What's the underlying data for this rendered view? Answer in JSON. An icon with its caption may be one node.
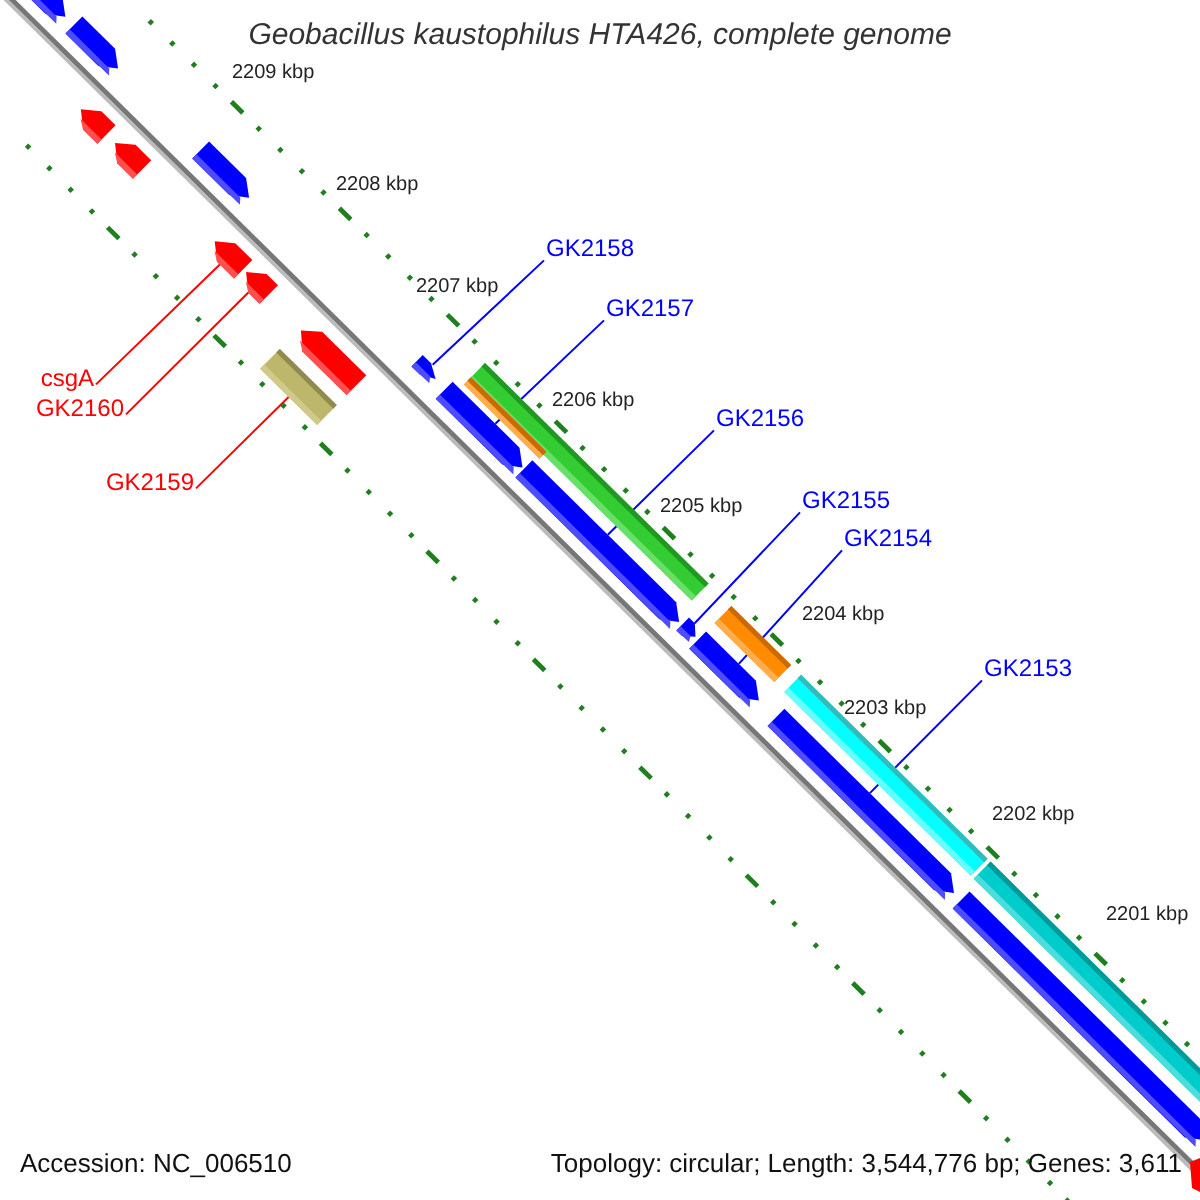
{
  "diagram": {
    "title": "Geobacillus kaustophilus HTA426, complete genome",
    "nodes": [
      {
        "text": [
          "GK2158"
        ]
      },
      {
        "text": [
          "GK2157"
        ]
      },
      {
        "text": [
          "GK2156"
        ]
      },
      {
        "text": [
          "GK2155"
        ]
      },
      {
        "text": [
          "GK2154"
        ]
      },
      {
        "text": [
          "GK2153"
        ]
      },
      {
        "text": [
          "csgA"
        ]
      },
      {
        "text": [
          "GK2160"
        ]
      },
      {
        "text": [
          "GK2159"
        ]
      },
      {
        "text": [],
        "shape": "arrow"
      },
      {
        "text": [],
        "shape": "arrow"
      },
      {
        "text": [],
        "shape": "arrow"
      },
      {
        "text": [],
        "shape": "arrow"
      },
      {
        "text": [],
        "shape": "arrow"
      },
      {
        "text": [],
        "shape": "arrow"
      },
      {
        "text": [],
        "shape": "arrow"
      },
      {
        "text": [],
        "shape": "bar"
      },
      {
        "text": [],
        "shape": "arrow"
      },
      {
        "text": [],
        "shape": "arrow"
      },
      {
        "text": [],
        "shape": "arrow"
      },
      {
        "text": [],
        "shape": "bar"
      },
      {
        "text": [],
        "shape": "bar"
      },
      {
        "text": [],
        "shape": "arrow"
      },
      {
        "text": [],
        "shape": "arrow"
      },
      {
        "text": [],
        "shape": "bar"
      },
      {
        "text": [],
        "shape": "arrow"
      },
      {
        "text": [],
        "shape": "bar"
      },
      {
        "text": [],
        "shape": "arrow"
      },
      {
        "text": [],
        "shape": "bar"
      },
      {
        "text": [],
        "shape": "arrow"
      },
      {
        "text": [],
        "shape": "arrow"
      }
    ],
    "edges": [
      {
        "from": 0,
        "to": 18,
        "arrow": "none"
      },
      {
        "from": 1,
        "to": 19,
        "arrow": "none"
      },
      {
        "from": 2,
        "to": 22,
        "arrow": "none"
      },
      {
        "from": 3,
        "to": 23,
        "arrow": "none"
      },
      {
        "from": 4,
        "to": 25,
        "arrow": "none"
      },
      {
        "from": 5,
        "to": 27,
        "arrow": "none"
      },
      {
        "from": 6,
        "to": 14,
        "arrow": "none",
        "color": "#ff0000"
      },
      {
        "from": 7,
        "to": 15,
        "arrow": "none",
        "color": "#ff0000"
      },
      {
        "from": 8,
        "to": 16,
        "arrow": "none",
        "color": "#ff0000"
      }
    ],
    "labels": [
      "2209 kbp",
      "2208 kbp",
      "2207 kbp",
      "2206 kbp",
      "2205 kbp",
      "2204 kbp",
      "2203 kbp",
      "2202 kbp",
      "2201 kbp",
      "Accession: NC_006510",
      "Topology: circular; Length: 3,544,776 bp; Genes: 3,611"
    ]
  }
}
